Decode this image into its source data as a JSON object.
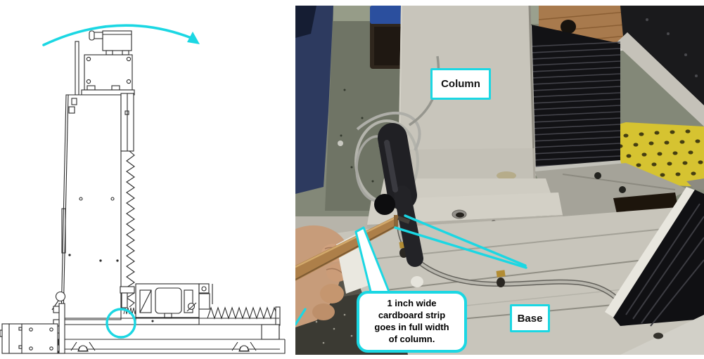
{
  "colors": {
    "annotation_cyan": "#1bd7e3",
    "label_background": "#ffffff",
    "label_text": "#111111"
  },
  "photo": {
    "labels": {
      "column": "Column",
      "base": "Base"
    },
    "callout": {
      "lines": [
        "1 inch wide",
        "cardboard strip",
        "goes in full width",
        "of column."
      ]
    }
  }
}
